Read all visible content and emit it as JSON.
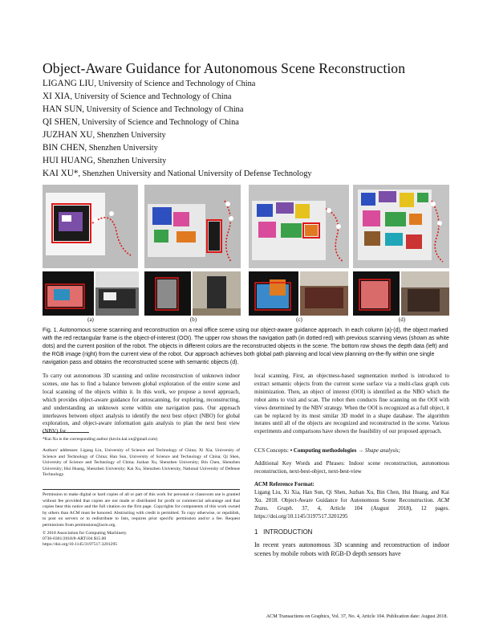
{
  "title": "Object-Aware Guidance for Autonomous Scene Reconstruction",
  "authors": [
    {
      "name": "LIGANG LIU",
      "affil": "University of Science and Technology of China"
    },
    {
      "name": "XI XIA",
      "affil": "University of Science and Technology of China"
    },
    {
      "name": "HAN SUN",
      "affil": "University of Science and Technology of China"
    },
    {
      "name": "QI SHEN",
      "affil": "University of Science and Technology of China"
    },
    {
      "name": "JUZHAN XU",
      "affil": "Shenzhen University"
    },
    {
      "name": "BIN CHEN",
      "affil": "Shenzhen University"
    },
    {
      "name": "HUI HUANG",
      "affil": "Shenzhen University"
    },
    {
      "name": "KAI XU*",
      "affil": "Shenzhen University and National University of Defense Technology"
    }
  ],
  "figure": {
    "labels": [
      "(a)",
      "(b)",
      "(c)",
      "(d)"
    ],
    "caption": "Fig. 1. Autonomous scene scanning and reconstruction on a real office scene using our object-aware guidance approach. In each column (a)-(d), the object marked with the red rectangular frame is the object-of-interest (OOI). The upper row shows the navigation path (in dotted red) with previous scanning views (shown as white dots) and the current position of the robot. The objects in different colors are the reconstructed objects in the scene. The bottom row shows the depth data (left) and the RGB image (right) from the current view of the robot. Our approach achieves both global path planning and local view planning on-the-fly within one single navigation pass and obtains the reconstructed scene with semantic objects (d)."
  },
  "abstract_left": "To carry out autonomous 3D scanning and online reconstruction of unknown indoor scenes, one has to find a balance between global exploration of the entire scene and local scanning of the objects within it. In this work, we propose a novel approach, which provides object-aware guidance for autoscanning, for exploring, reconstructing, and understanding an unknown scene within one navigation pass. Our approach interleaves between object analysis to identify the next best object (NBO) for global exploration, and object-aware information gain analysis to plan the next best view (NBV) for",
  "abstract_right": "local scanning. First, an objectness-based segmentation method is introduced to extract semantic objects from the current scene surface via a multi-class graph cuts minimization. Then, an object of interest (OOI) is identified as the NBO which the robot aims to visit and scan. The robot then conducts fine scanning on the OOI with views determined by the NBV strategy. When the OOI is recognized as a full object, it can be replaced by its most similar 3D model in a shape database. The algorithm iterates until all of the objects are recognized and reconstructed in the scene. Various experiments and comparisons have shown the feasibility of our proposed approach.",
  "corresponding": "*Kai Xu is the corresponding author (kevin.kai.xu@gmail.com)",
  "addresses": "Authors' addresses: Ligang Liu, University of Science and Technology of China; Xi Xia, University of Science and Technology of China; Han Sun, University of Science and Technology of China; Qi Shen, University of Science and Technology of China; Juzhan Xu, Shenzhen University; Bin Chen, Shenzhen University; Hui Huang, Shenzhen University; Kai Xu, Shenzhen University, National University of Defense Technology.",
  "permission": "Permission to make digital or hard copies of all or part of this work for personal or classroom use is granted without fee provided that copies are not made or distributed for profit or commercial advantage and that copies bear this notice and the full citation on the first page. Copyrights for components of this work owned by others than ACM must be honored. Abstracting with credit is permitted. To copy otherwise, or republish, to post on servers or to redistribute to lists, requires prior specific permission and/or a fee. Request permissions from permissions@acm.org.",
  "copyright": "© 2018 Association for Computing Machinery.",
  "issn": "0730-0301/2018/8-ART104 $15.00",
  "doi": "https://doi.org/10.1145/3197517.3201295",
  "ccs": {
    "label": "CCS Concepts:",
    "bullet": "• Computing methodologies",
    "arrow": "→",
    "item": "Shape analysis;"
  },
  "keywords": "Additional Key Words and Phrases: Indoor scene reconstruction, autonomous reconstruction, next-best-object, next-best-view",
  "ref_heading": "ACM Reference Format:",
  "ref_text": "Ligang Liu, Xi Xia, Han Sun, Qi Shen, Juzhan Xu, Bin Chen, Hui Huang, and Kai Xu. 2018. Object-Aware Guidance for Autonomous Scene Reconstruction.",
  "ref_journal": "ACM Trans. Graph.",
  "ref_tail": "37, 4, Article 104 (August 2018), 12 pages. https://doi.org/10.1145/3197517.3201295",
  "section": {
    "num": "1",
    "title": "INTRODUCTION"
  },
  "intro": "In recent years autonomous 3D scanning and reconstruction of indoor scenes by mobile robots with RGB-D depth sensors have",
  "footer": "ACM Transactions on Graphics, Vol. 37, No. 4, Article 104. Publication date: August 2018."
}
